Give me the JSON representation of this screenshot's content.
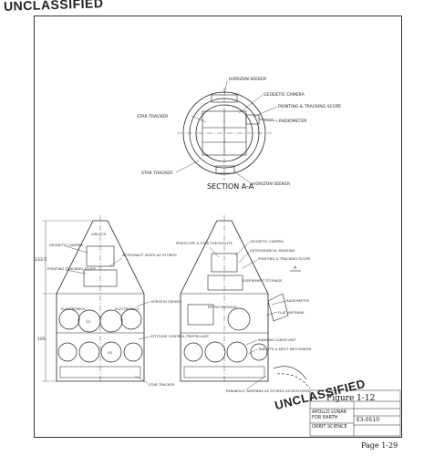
{
  "stamps": {
    "top": "UNCLASSIFIED",
    "bottom": "UNCLASSIFIED"
  },
  "section": {
    "title": "SECTION A-A"
  },
  "labels_top": {
    "horizon_seeker_top": "HORIZON SEEKER",
    "star_tracker_top": "STAR TRACKER",
    "geodetic_camera": "GEODETIC CAMERA",
    "pointing_tracking_scope": "POINTING & TRACKING SCOPE",
    "radiometer": "RADIOMETER",
    "star_tracker_bottom": "STAR TRACKER",
    "horizon_seeker_bottom": "HORIZON SEEKER"
  },
  "labels_left": {
    "dim_upper": "133.5",
    "dim_lower": "105",
    "geodetic_camera": "GEODETIC CAMERA",
    "pointing_tracking_scope": "POINTING TRACKING SCOPE",
    "astronaut_seats": "ASTRONAUT SEATS AS STORED",
    "horizon_seeker": "HORIZON SEEKER",
    "electronics_l": "ELECTRONICS",
    "electronics_r": "ELECTRONICS",
    "attitude_control": "ATTITUDE CONTROL PROPELLANT",
    "star_tracker": "STAR TRACKER",
    "airlock": "AIRLOCK",
    "o2": "O2",
    "h2": "H2"
  },
  "labels_right": {
    "periscope": "PERISCOPE & STAR THEODOLITE",
    "geodetic_camera": "GEODETIC CAMERA",
    "astronomical_ranging": "ASTRONOMICAL RANGING",
    "pointing_tracking_scope": "POINTING & TRACKING SCOPE",
    "experiment_storage": "EXPERIMENT STORAGE",
    "retro_package": "RETRO PACKAGE",
    "radiometer": "RADIOMETER",
    "flat_antenna": "FLAT ANTENNA",
    "ranging_laser": "RANGING LASER UNIT",
    "targets": "TARGETS & EJECT MECHANISM",
    "parabolic_antenna": "PARABOLIC ANTENNA AS STORED AS DEPLOYED",
    "section_mark": "A"
  },
  "figure": {
    "label": "Figure 1-12"
  },
  "title_block": {
    "line1": "APOLLO LUNAR",
    "line2": "FOR EARTH",
    "line3": "ORBIT SCIENCE",
    "number": "E3-0510"
  },
  "page": {
    "label": "Page 1-29"
  }
}
